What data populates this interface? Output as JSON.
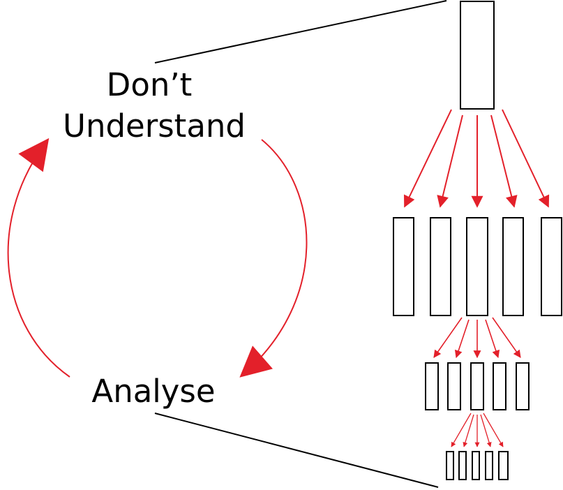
{
  "labels": {
    "top_line1": "Don’t",
    "top_line2": "Understand",
    "bottom": "Analyse"
  },
  "colors": {
    "arrow": "#e3202a",
    "stroke": "#000000",
    "background": "#ffffff"
  }
}
